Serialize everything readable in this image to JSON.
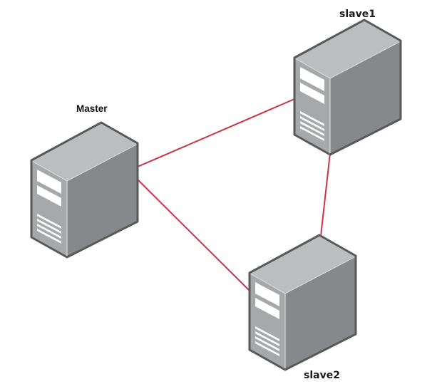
{
  "diagram": {
    "title": "Master-slave server topology",
    "colors": {
      "link": "#cc3344",
      "server_top": "#bcbdbf",
      "server_front": "#a7a8aa",
      "server_side": "#87888b",
      "server_outline": "#58595b",
      "server_detail": "#ffffff"
    },
    "nodes": [
      {
        "id": "master",
        "label": "Master",
        "icon": "server-icon"
      },
      {
        "id": "slave1",
        "label": "slave1",
        "icon": "server-icon"
      },
      {
        "id": "slave2",
        "label": "slave2",
        "icon": "server-icon"
      }
    ],
    "links": [
      {
        "from": "master",
        "to": "slave1"
      },
      {
        "from": "master",
        "to": "slave2"
      },
      {
        "from": "slave1",
        "to": "slave2"
      }
    ]
  }
}
